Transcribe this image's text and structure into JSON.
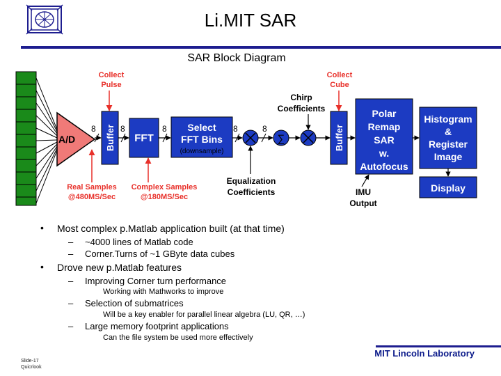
{
  "header": {
    "title": "Li.MIT SAR"
  },
  "diagram": {
    "title": "SAR Block Diagram",
    "blocks": {
      "ad": "A/D",
      "buffer1": "Buffer",
      "fft": "FFT",
      "select_1": "Select",
      "select_2": "FFT Bins",
      "select_3": "(downsample)",
      "sigma": "∑",
      "buffer2": "Buffer",
      "polar": [
        "Polar",
        "Remap",
        "SAR",
        "w.",
        "Autofocus"
      ],
      "histogram": [
        "Histogram",
        "&",
        "Register",
        "Image"
      ],
      "display": "Display"
    },
    "labels": {
      "collect_pulse": [
        "Collect",
        "Pulse"
      ],
      "collect_cube": [
        "Collect",
        "Cube"
      ],
      "chirp": [
        "Chirp",
        "Coefficients"
      ],
      "equalization": [
        "Equalization",
        "Coefficients"
      ],
      "real_samples": [
        "Real Samples",
        "@480MS/Sec"
      ],
      "complex_samples": [
        "Complex Samples",
        "@180MS/Sec"
      ],
      "imu": [
        "IMU",
        "Output"
      ],
      "eight": "8"
    },
    "colors": {
      "block_fill": "#1c3bc2",
      "ad_fill": "#f07a78",
      "red_label": "#e8302a",
      "green_stack": "#1a8a1a"
    }
  },
  "bullets": [
    {
      "text": "Most complex p.Matlab application built (at that time)",
      "subs": [
        {
          "text": "~4000 lines of Matlab code",
          "note": ""
        },
        {
          "text": "Corner.Turns of ~1 GByte data cubes",
          "note": ""
        }
      ]
    },
    {
      "text": "Drove new p.Matlab features",
      "subs": [
        {
          "text": "Improving Corner turn performance",
          "note": "Working with Mathworks to improve"
        },
        {
          "text": "Selection of submatrices",
          "note": "Will be a key enabler for parallel linear algebra (LU, QR, …)"
        },
        {
          "text": "Large memory footprint applications",
          "note": "Can the file system be used more effectively"
        }
      ]
    }
  ],
  "bullet_glyph": "•",
  "dash_glyph": "–",
  "footer": {
    "lab": "MIT Lincoln Laboratory",
    "slide": "Slide-17",
    "doc": "Quicrlook"
  }
}
